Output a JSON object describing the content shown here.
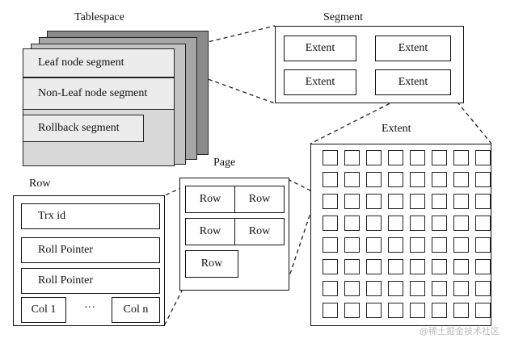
{
  "tablespace": {
    "title": "Tablespace",
    "segments": [
      "Leaf node segment",
      "Non-Leaf node segment",
      "Rollback segment"
    ]
  },
  "segment": {
    "title": "Segment",
    "extents": [
      "Extent",
      "Extent",
      "Extent",
      "Extent"
    ]
  },
  "extent": {
    "title": "Extent",
    "grid_rows": 8,
    "grid_cols": 8
  },
  "page": {
    "title": "Page",
    "rows": [
      "Row",
      "Row",
      "Row",
      "Row",
      "Row"
    ]
  },
  "row": {
    "title": "Row",
    "fields": [
      "Trx id",
      "Roll Pointer",
      "Roll Pointer"
    ],
    "col_first": "Col 1",
    "ellipsis": "···",
    "col_last": "Col n"
  },
  "watermark": "@稀土掘金技术社区"
}
